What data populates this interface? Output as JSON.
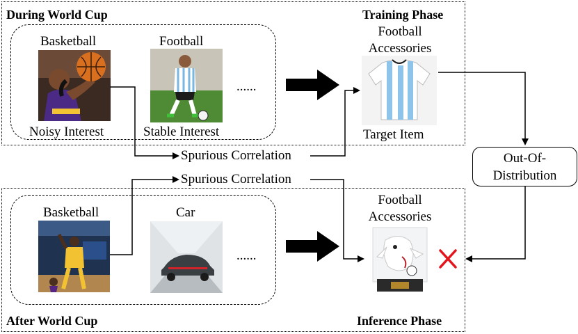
{
  "training": {
    "title_left": "During World Cup",
    "title_right": "Training Phase",
    "item1_label": "Basketball",
    "item1_caption": "Noisy Interest",
    "item2_label": "Football",
    "item2_caption": "Stable Interest",
    "ellipsis": "......",
    "target_label_line1": "Football",
    "target_label_line2": "Accessories",
    "target_caption": "Target Item"
  },
  "inference": {
    "title_left": "After World Cup",
    "title_right": "Inference Phase",
    "item1_label": "Basketball",
    "item2_label": "Car",
    "ellipsis": "......",
    "target_label_line1": "Football",
    "target_label_line2": "Accessories"
  },
  "correlation_top": "Spurious Correlation",
  "correlation_bottom": "Spurious Correlation",
  "ood_line1": "Out-Of-",
  "ood_line2": "Distribution",
  "colors": {
    "cross": "#e3141b",
    "line": "#000000"
  }
}
